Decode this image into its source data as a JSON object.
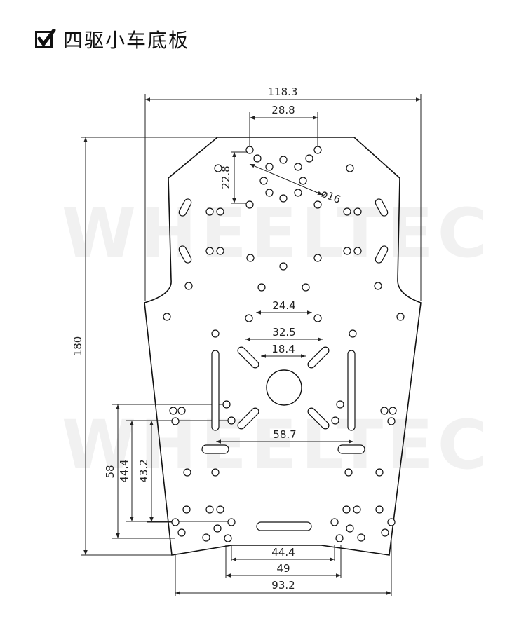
{
  "header": {
    "title": "四驱小车底板",
    "check_icon": "checkbox-checked-icon"
  },
  "watermark": {
    "text": "WHEELTEC",
    "color": "#efefef"
  },
  "dimensions": {
    "overall_width": "118.3",
    "top_hole_spacing": "28.8",
    "top_hole_vertical": "22.8",
    "hole_diameter": "ø16",
    "overall_height": "180",
    "mid_spacing_a": "24.4",
    "mid_spacing_b": "32.5",
    "mid_spacing_c": "18.4",
    "slot_spacing": "58.7",
    "left_v_58": "58",
    "left_v_44": "44.4",
    "left_v_43": "43.2",
    "bottom_44": "44.4",
    "bottom_49": "49",
    "bottom_93": "93.2"
  }
}
